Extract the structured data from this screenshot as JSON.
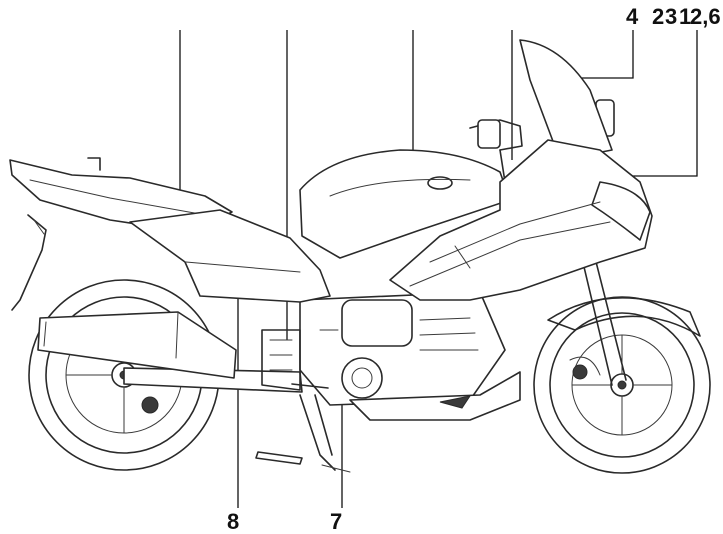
{
  "callouts": {
    "top_group": [
      "4",
      "2",
      "3",
      "1",
      "2,6"
    ],
    "bottom_left": "8",
    "bottom_right": "7"
  }
}
